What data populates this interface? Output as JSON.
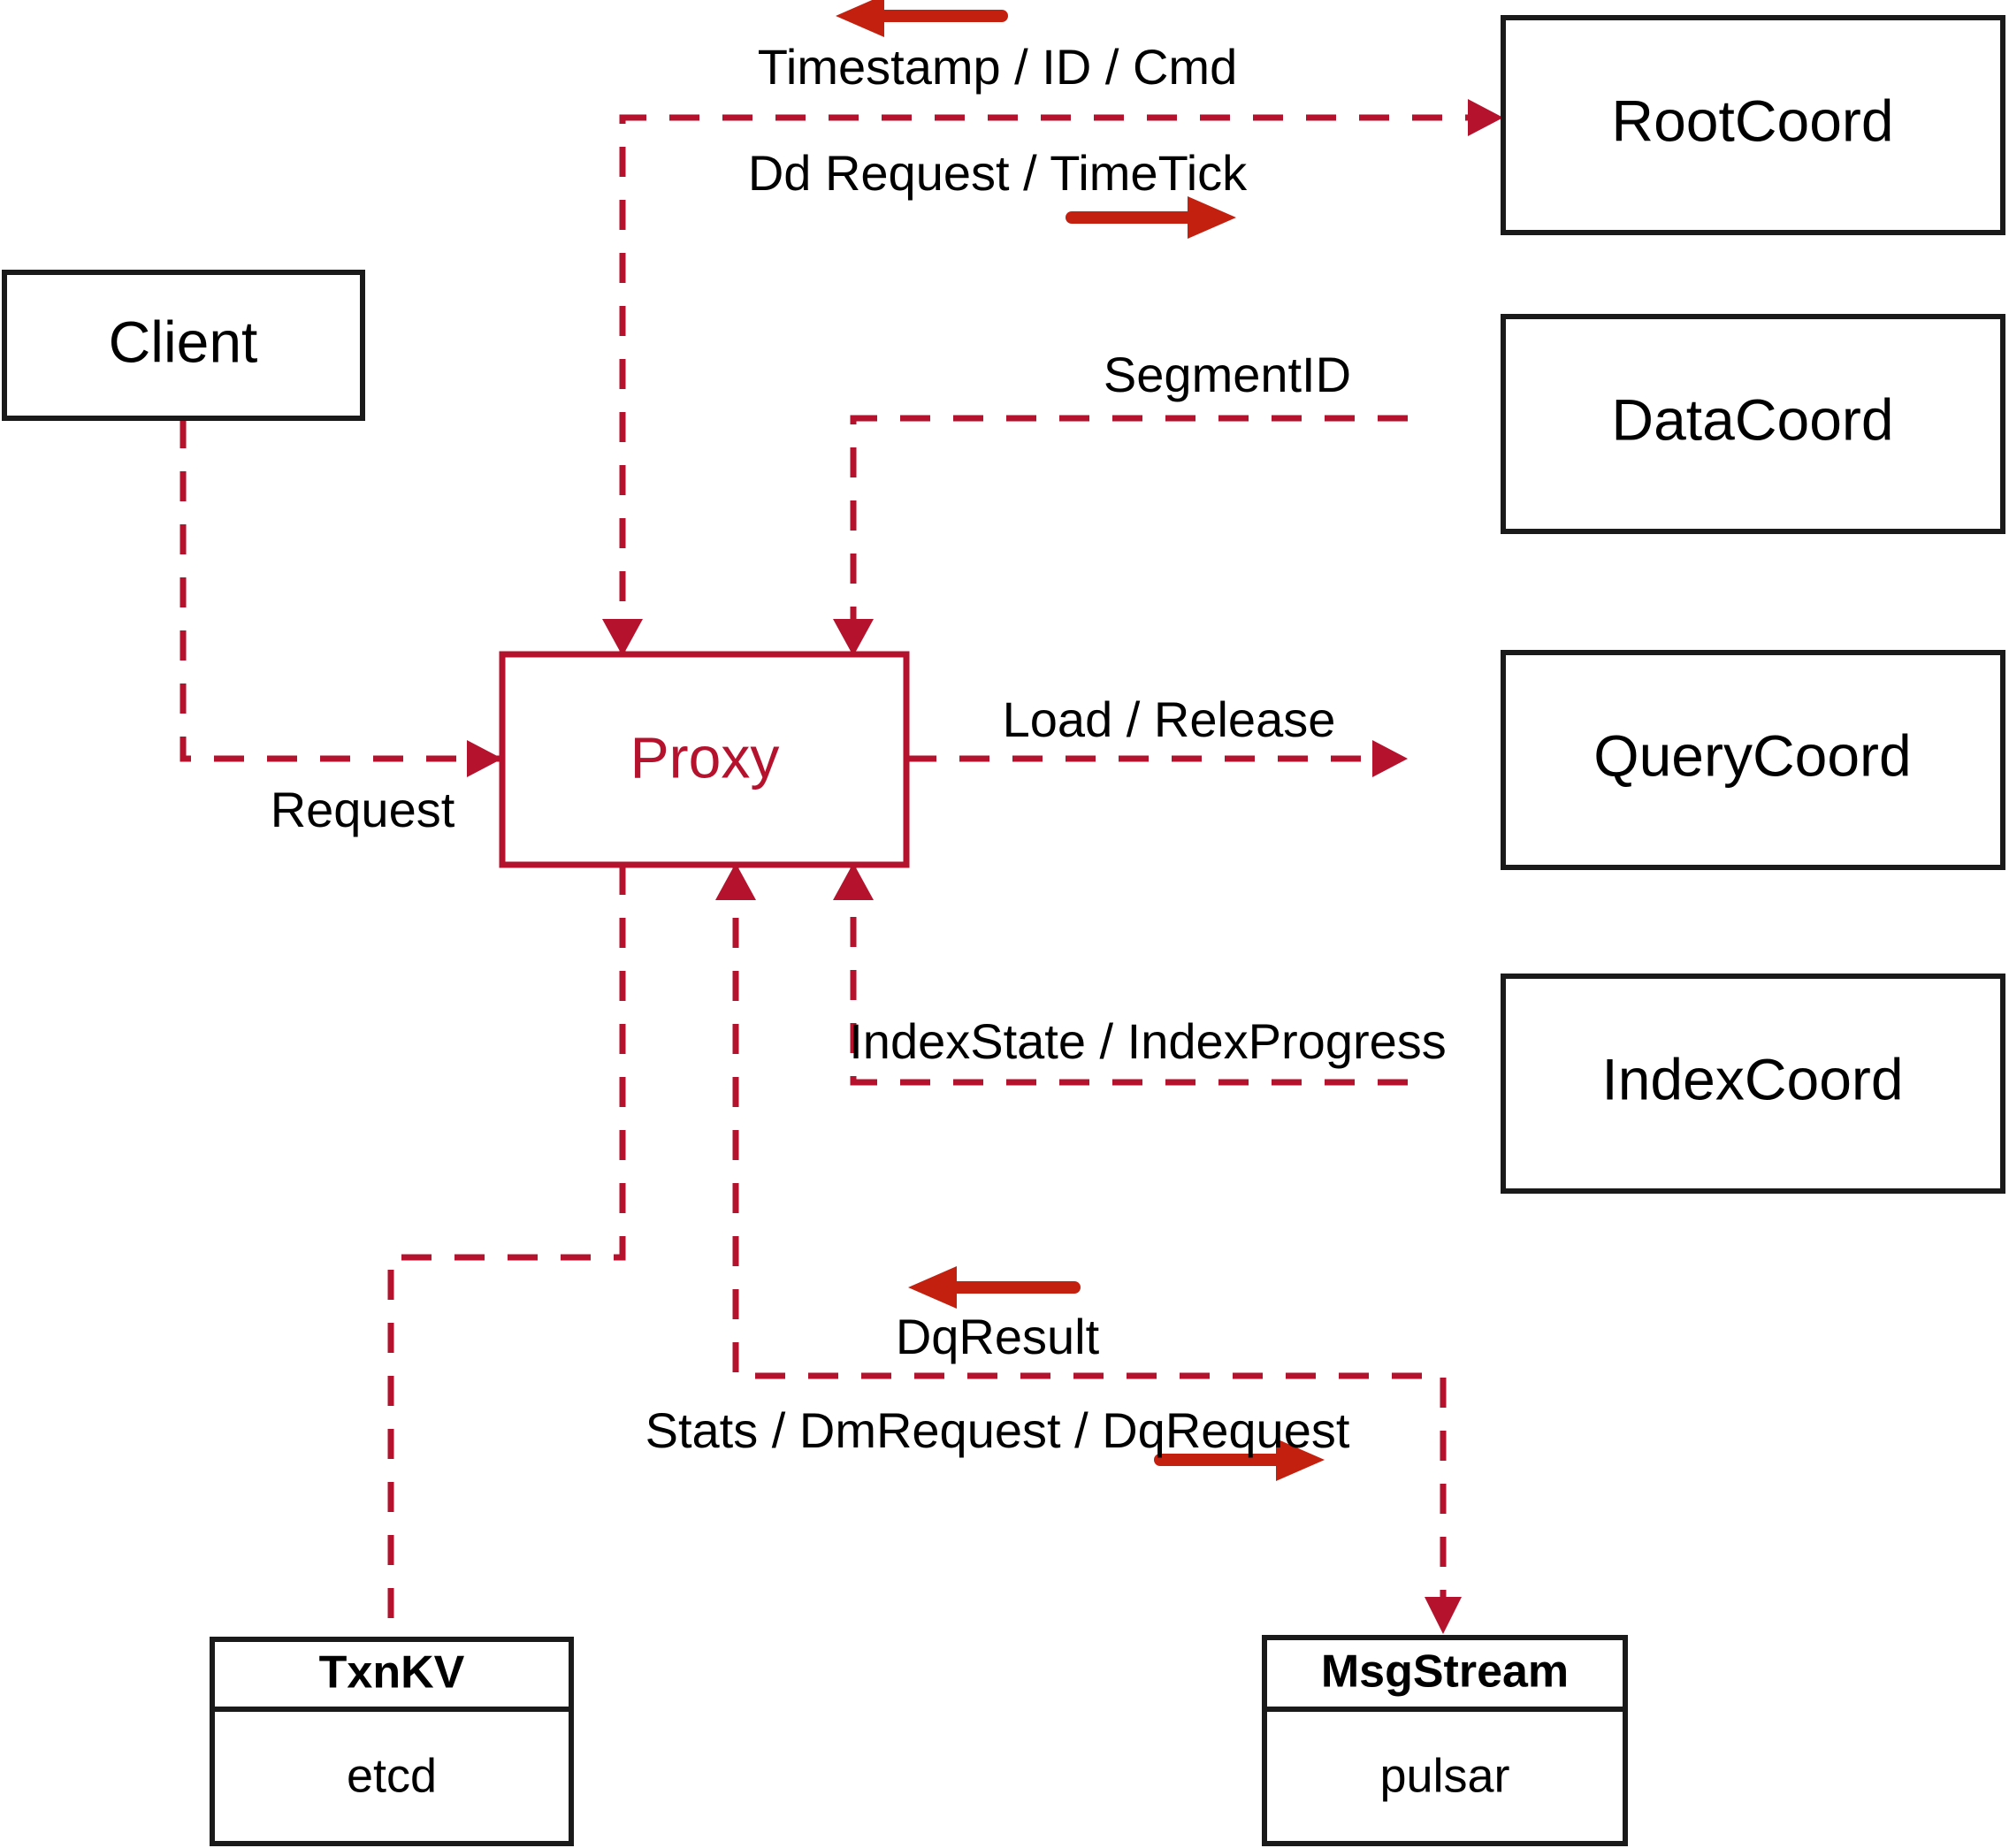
{
  "diagram": {
    "title": "Milvus Proxy component interaction diagram",
    "colors": {
      "edge_red": "#B5122E",
      "arrow_red": "#C3200F",
      "box_stroke": "#1a1a1a",
      "background": "#ffffff"
    },
    "nodes": [
      {
        "id": "client",
        "label": "Client",
        "style": "plain"
      },
      {
        "id": "proxy",
        "label": "Proxy",
        "style": "accent"
      },
      {
        "id": "rootcoord",
        "label": "RootCoord",
        "style": "plain"
      },
      {
        "id": "datacoord",
        "label": "DataCoord",
        "style": "plain"
      },
      {
        "id": "querycoord",
        "label": "QueryCoord",
        "style": "plain"
      },
      {
        "id": "indexcoord",
        "label": "IndexCoord",
        "style": "plain"
      }
    ],
    "store_nodes": [
      {
        "id": "txnkv",
        "title": "TxnKV",
        "impl": "etcd"
      },
      {
        "id": "msgstream",
        "title": "MsgStream",
        "impl": "pulsar"
      }
    ],
    "edge_labels": [
      {
        "id": "timestamp-id-cmd",
        "text": "Timestamp / ID / Cmd",
        "direction": "left"
      },
      {
        "id": "dd-request-timetick",
        "text": "Dd Request / TimeTick",
        "direction": "right"
      },
      {
        "id": "segment-id",
        "text": "SegmentID",
        "direction": "left"
      },
      {
        "id": "load-release",
        "text": "Load / Release",
        "direction": "right"
      },
      {
        "id": "index-state",
        "text": "IndexState / IndexProgress",
        "direction": "left"
      },
      {
        "id": "request",
        "text": "Request",
        "direction": "right"
      },
      {
        "id": "dq-result",
        "text": "DqResult",
        "direction": "left"
      },
      {
        "id": "stats-dm-dq",
        "text": "Stats / DmRequest / DqRequest",
        "direction": "right"
      }
    ]
  }
}
